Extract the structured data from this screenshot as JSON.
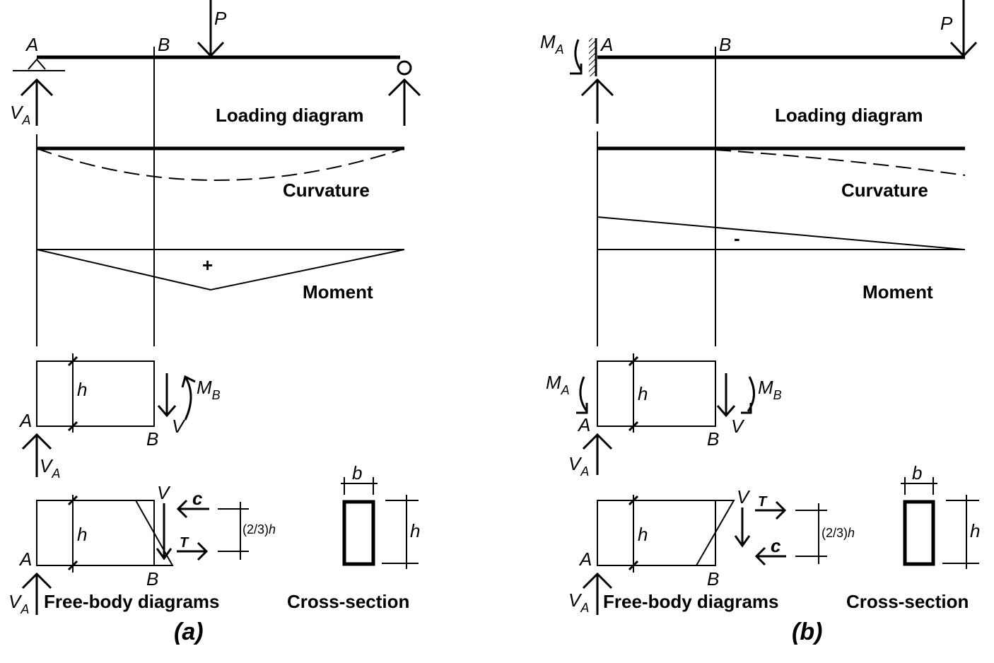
{
  "panel_a": {
    "caption": "(a)",
    "load_label": "P",
    "point_a": "A",
    "point_b": "B",
    "reaction_v": "V",
    "reaction_sub": "A",
    "loading_title": "Loading diagram",
    "curvature_title": "Curvature",
    "moment_title": "Moment",
    "moment_sign": "+",
    "fbd_h": "h",
    "fbd_v": "V",
    "fbd_m": "M",
    "fbd_m_sub": "B",
    "force_c": "c",
    "force_t": "T",
    "lever_arm": "(2/3)",
    "lever_h": "h",
    "fbd_title": "Free-body diagrams",
    "cs_title": "Cross-section",
    "cs_b": "b",
    "cs_h": "h"
  },
  "panel_b": {
    "caption": "(b)",
    "load_label": "P",
    "point_a": "A",
    "point_b": "B",
    "moment_a": "M",
    "moment_a_sub": "A",
    "reaction_v": "V",
    "reaction_sub": "A",
    "loading_title": "Loading diagram",
    "curvature_title": "Curvature",
    "moment_title": "Moment",
    "moment_sign": "-",
    "fbd_h": "h",
    "fbd_v": "V",
    "fbd_m": "M",
    "fbd_m_sub": "B",
    "force_c": "c",
    "force_t": "T",
    "lever_arm": "(2/3)",
    "lever_h": "h",
    "fbd_title": "Free-body diagrams",
    "cs_title": "Cross-section",
    "cs_b": "b",
    "cs_h": "h"
  }
}
